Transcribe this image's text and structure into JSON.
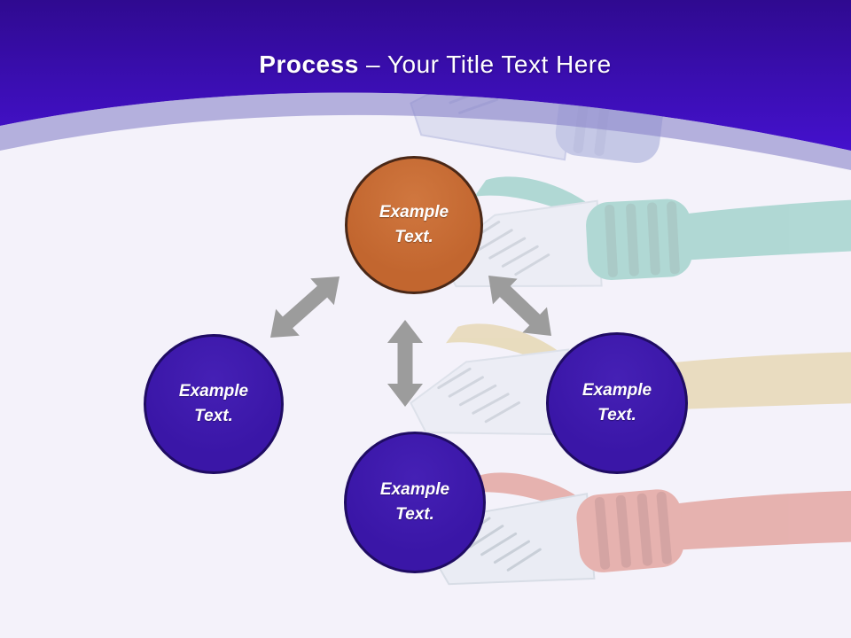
{
  "title": {
    "emphasis": "Process",
    "rest": "– Your Title Text Here"
  },
  "nodes": [
    {
      "id": "top",
      "line1": "Example",
      "line2": "Text.",
      "style": "orange"
    },
    {
      "id": "left",
      "line1": "Example",
      "line2": "Text.",
      "style": "purple"
    },
    {
      "id": "bottom",
      "line1": "Example",
      "line2": "Text.",
      "style": "purple"
    },
    {
      "id": "right",
      "line1": "Example",
      "line2": "Text.",
      "style": "purple"
    }
  ],
  "icons": {
    "arrows": [
      "double-arrow-top-left",
      "double-arrow-top-right",
      "double-arrow-vertical"
    ],
    "background": [
      "ghost-ethernet-connector",
      "green-ethernet-cable",
      "yellow-ethernet-cable",
      "red-ethernet-cable"
    ]
  },
  "colors": {
    "header_top": "#2f0a90",
    "header_bottom": "#4411cd",
    "band": "#8d87cc",
    "body_bg": "#f4f2fa",
    "title_text": "#ffffff",
    "node_text": "#ffffff",
    "node_orange": "#c2662f",
    "node_orange_border": "#4a2817",
    "node_purple": "#3a16a7",
    "node_purple_border": "#1f0c63",
    "arrow": "#9c9c9c",
    "cable_green": "#2fa98c",
    "cable_green_dark": "#1d7f66",
    "cable_yellow": "#d3b44e",
    "cable_yellow_dark": "#a98d2f",
    "cable_red": "#d55b49",
    "cable_red_dark": "#a93b2c",
    "ghost": "#8e97cf",
    "plug_clear": "#dde6ec",
    "plug_edge": "#b3c2cc",
    "pin": "#8fa0ab"
  }
}
